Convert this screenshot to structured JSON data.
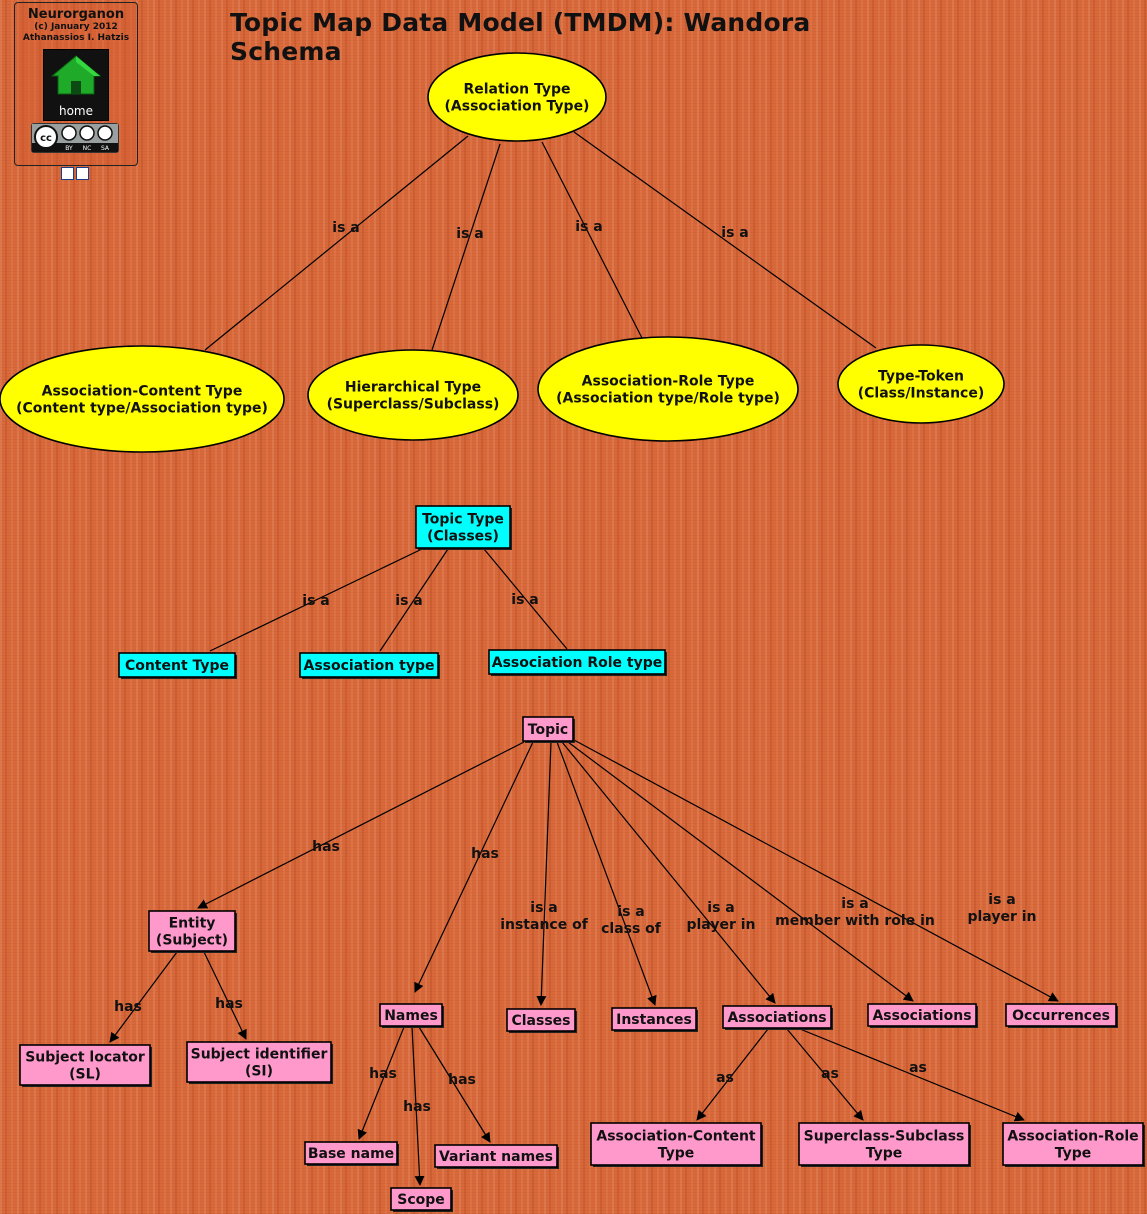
{
  "title": "Topic Map Data Model (TMDM): Wandora Schema",
  "badge": {
    "name": "Neurorganon",
    "line1": "(c) January 2012",
    "line2": "Athanassios I. Hatzis",
    "home": "home",
    "cc_by": "BY",
    "cc_nc": "NC",
    "cc_sa": "SA"
  },
  "colors": {
    "ellipse": "#ffff00",
    "cyan": "#00ffff",
    "pink": "#ff99cc"
  },
  "nodes": [
    {
      "id": "relation_type",
      "shape": "ellipse",
      "lines": [
        "Relation Type",
        "(Association Type)"
      ]
    },
    {
      "id": "assoc_content",
      "shape": "ellipse",
      "lines": [
        "Association-Content Type",
        "(Content type/Association type)"
      ]
    },
    {
      "id": "hierarchical",
      "shape": "ellipse",
      "lines": [
        "Hierarchical Type",
        "(Superclass/Subclass)"
      ]
    },
    {
      "id": "assoc_role",
      "shape": "ellipse",
      "lines": [
        "Association-Role Type",
        "(Association type/Role type)"
      ]
    },
    {
      "id": "type_token",
      "shape": "ellipse",
      "lines": [
        "Type-Token",
        "(Class/Instance)"
      ]
    },
    {
      "id": "topic_type",
      "shape": "rect-cyan",
      "lines": [
        "Topic Type",
        "(Classes)"
      ]
    },
    {
      "id": "content_type",
      "shape": "rect-cyan",
      "lines": [
        "Content Type"
      ]
    },
    {
      "id": "association_type",
      "shape": "rect-cyan",
      "lines": [
        "Association type"
      ]
    },
    {
      "id": "association_role_type",
      "shape": "rect-cyan",
      "lines": [
        "Association Role type"
      ]
    },
    {
      "id": "topic",
      "shape": "rect-pink",
      "lines": [
        "Topic"
      ]
    },
    {
      "id": "entity",
      "shape": "rect-pink",
      "lines": [
        "Entity",
        "(Subject)"
      ]
    },
    {
      "id": "subject_locator",
      "shape": "rect-pink",
      "lines": [
        "Subject locator",
        "(SL)"
      ]
    },
    {
      "id": "subject_identifier",
      "shape": "rect-pink",
      "lines": [
        "Subject identifier",
        "(SI)"
      ]
    },
    {
      "id": "names",
      "shape": "rect-pink",
      "lines": [
        "Names"
      ]
    },
    {
      "id": "base_name",
      "shape": "rect-pink",
      "lines": [
        "Base name"
      ]
    },
    {
      "id": "scope",
      "shape": "rect-pink",
      "lines": [
        "Scope"
      ]
    },
    {
      "id": "variant_names",
      "shape": "rect-pink",
      "lines": [
        "Variant names"
      ]
    },
    {
      "id": "classes",
      "shape": "rect-pink",
      "lines": [
        "Classes"
      ]
    },
    {
      "id": "instances",
      "shape": "rect-pink",
      "lines": [
        "Instances"
      ]
    },
    {
      "id": "associations1",
      "shape": "rect-pink",
      "lines": [
        "Associations"
      ]
    },
    {
      "id": "associations2",
      "shape": "rect-pink",
      "lines": [
        "Associations"
      ]
    },
    {
      "id": "occurrences",
      "shape": "rect-pink",
      "lines": [
        "Occurrences"
      ]
    },
    {
      "id": "assoc_content_type_r",
      "shape": "rect-pink",
      "lines": [
        "Association-Content",
        "Type"
      ]
    },
    {
      "id": "superclass_subclass",
      "shape": "rect-pink",
      "lines": [
        "Superclass-Subclass",
        "Type"
      ]
    },
    {
      "id": "assoc_role_type_r",
      "shape": "rect-pink",
      "lines": [
        "Association-Role",
        "Type"
      ]
    }
  ],
  "links": [
    {
      "from": "relation_type",
      "to": "assoc_content",
      "label": [
        "is a"
      ],
      "arrow": false
    },
    {
      "from": "relation_type",
      "to": "hierarchical",
      "label": [
        "is a"
      ],
      "arrow": false
    },
    {
      "from": "relation_type",
      "to": "assoc_role",
      "label": [
        "is a"
      ],
      "arrow": false
    },
    {
      "from": "relation_type",
      "to": "type_token",
      "label": [
        "is a"
      ],
      "arrow": false
    },
    {
      "from": "topic_type",
      "to": "content_type",
      "label": [
        "is a"
      ],
      "arrow": false
    },
    {
      "from": "topic_type",
      "to": "association_type",
      "label": [
        "is a"
      ],
      "arrow": false
    },
    {
      "from": "topic_type",
      "to": "association_role_type",
      "label": [
        "is a"
      ],
      "arrow": false
    },
    {
      "from": "topic",
      "to": "entity",
      "label": [
        "has"
      ],
      "arrow": true
    },
    {
      "from": "topic",
      "to": "names",
      "label": [
        "has"
      ],
      "arrow": true
    },
    {
      "from": "topic",
      "to": "classes",
      "label": [
        "is a",
        "instance of"
      ],
      "arrow": true
    },
    {
      "from": "topic",
      "to": "instances",
      "label": [
        "is a",
        "class of"
      ],
      "arrow": true
    },
    {
      "from": "topic",
      "to": "associations1",
      "label": [
        "is a",
        "player in"
      ],
      "arrow": true
    },
    {
      "from": "topic",
      "to": "associations2",
      "label": [
        "is a",
        "member with role in"
      ],
      "arrow": true
    },
    {
      "from": "topic",
      "to": "occurrences",
      "label": [
        "is a",
        "player in"
      ],
      "arrow": true
    },
    {
      "from": "entity",
      "to": "subject_locator",
      "label": [
        "has"
      ],
      "arrow": true
    },
    {
      "from": "entity",
      "to": "subject_identifier",
      "label": [
        "has"
      ],
      "arrow": true
    },
    {
      "from": "names",
      "to": "base_name",
      "label": [
        "has"
      ],
      "arrow": true
    },
    {
      "from": "names",
      "to": "scope",
      "label": [
        "has"
      ],
      "arrow": true
    },
    {
      "from": "names",
      "to": "variant_names",
      "label": [
        "has"
      ],
      "arrow": true
    },
    {
      "from": "associations1",
      "to": "assoc_content_type_r",
      "label": [
        "as"
      ],
      "arrow": true
    },
    {
      "from": "associations1",
      "to": "superclass_subclass",
      "label": [
        "as"
      ],
      "arrow": true
    },
    {
      "from": "associations1",
      "to": "assoc_role_type_r",
      "label": [
        "as"
      ],
      "arrow": true
    }
  ]
}
